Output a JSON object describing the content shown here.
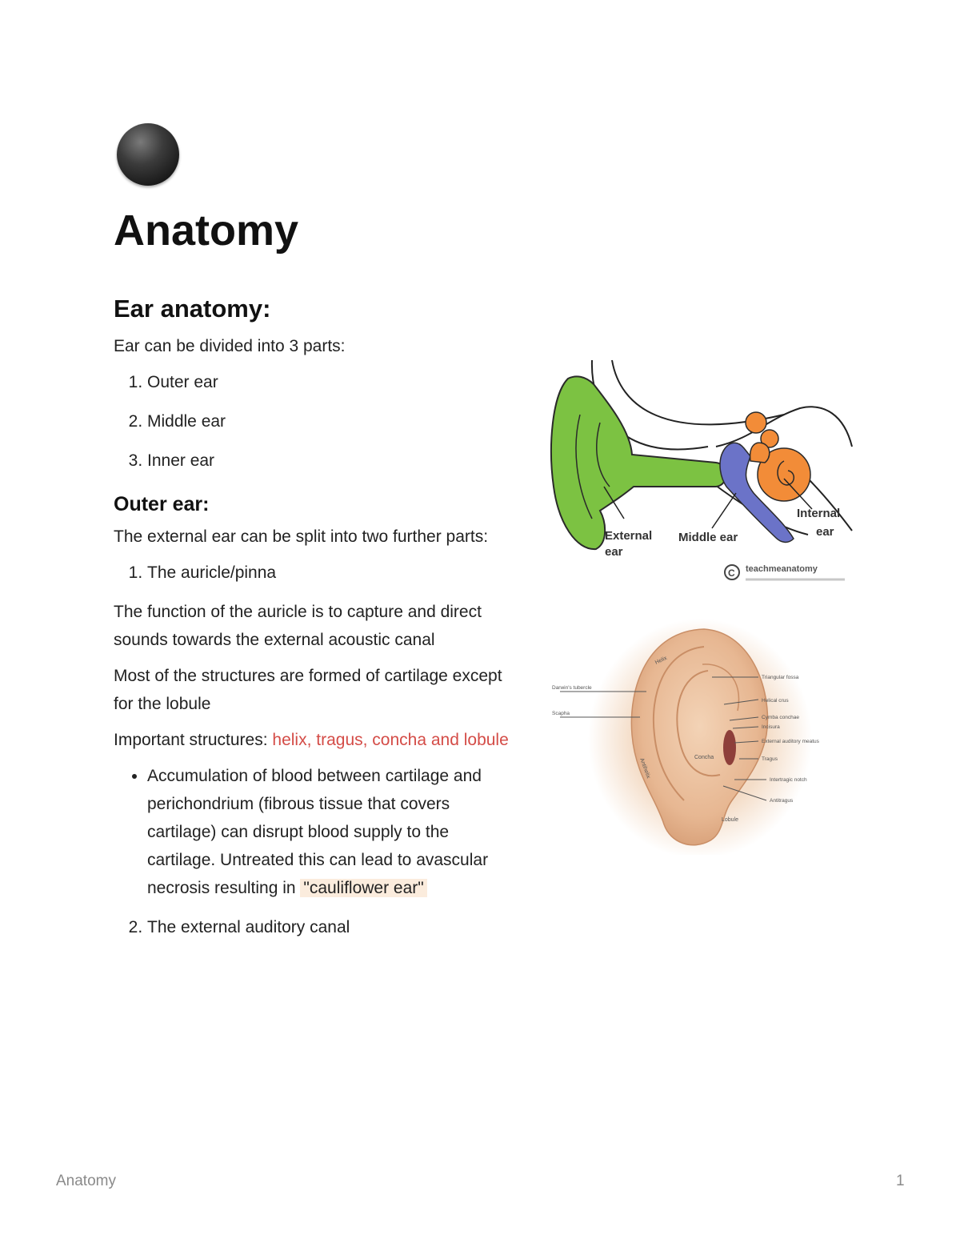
{
  "page": {
    "title": "Anatomy",
    "icon": "black-circle-icon"
  },
  "sections": {
    "ear_anatomy": {
      "heading": "Ear anatomy:",
      "intro": "Ear can be divided into 3 parts:",
      "parts": [
        "Outer ear",
        "Middle ear",
        "Inner ear"
      ]
    },
    "outer_ear": {
      "heading": "Outer ear:",
      "intro": "The external ear can be split into two further parts:",
      "item1": "The auricle/pinna",
      "p1": "The function of the auricle is to capture and direct sounds towards the external acoustic canal",
      "p2": "Most of the structures are formed of cartilage except for the lobule",
      "important_prefix": "Important structures: ",
      "important_list": "helix, tragus, concha and lobule",
      "bullet_text": "Accumulation of blood between cartilage and perichondrium (fibrous tissue that covers cartilage) can disrupt blood supply to the cartilage. Untreated this can lead to avascular necrosis resulting in ",
      "bullet_highlight": "\"cauliflower ear\"",
      "item2": "The external auditory canal"
    }
  },
  "figure1": {
    "labels": {
      "external": "External",
      "external2": "ear",
      "middle": "Middle ear",
      "internal": "Internal",
      "internal2": "ear",
      "brand": "teachmeanatomy"
    },
    "colors": {
      "outer": "#7cc242",
      "middle": "#6b73c8",
      "inner": "#f28c38"
    }
  },
  "figure2": {
    "labels": {
      "helix": "Helix",
      "antihelix": "Antihelix",
      "concha": "Concha",
      "lobule": "Lobule",
      "l1": "Darwin's tubercle",
      "l2": "Scapha",
      "r1": "Triangular fossa",
      "r2": "Helical crus",
      "r3": "Cymba conchae",
      "r4": "Incisura",
      "r5": "External auditory meatus",
      "r6": "Tragus",
      "r7": "Intertragic notch",
      "r8": "Antitragus"
    }
  },
  "footer": {
    "title": "Anatomy",
    "page_number": "1"
  }
}
